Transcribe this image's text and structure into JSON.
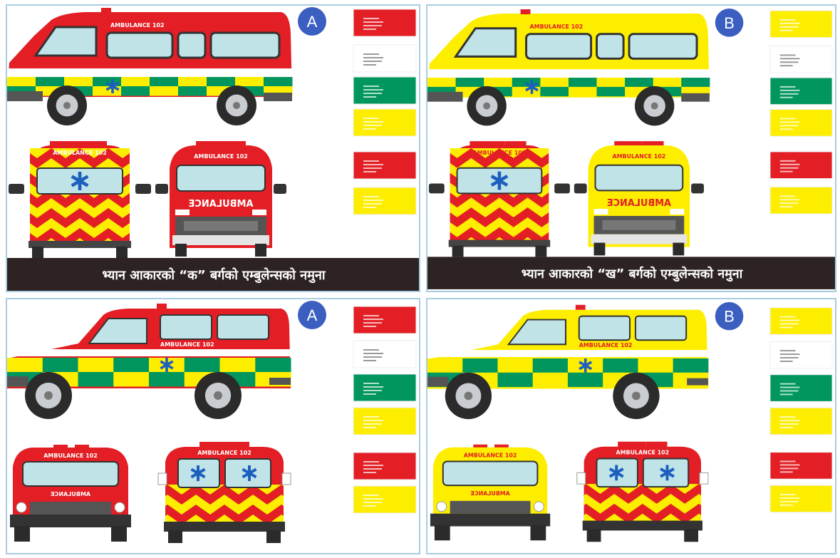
{
  "colors": {
    "red": "#e31e24",
    "yellow": "#fdee00",
    "green": "#00965e",
    "white": "#ffffff",
    "glass": "#bfe3e6",
    "dark": "#3a3a3a",
    "badge": "#3b5fc0",
    "caption_bg": "#2d2322",
    "star": "#1d5fbf"
  },
  "panels": [
    {
      "badge": "A",
      "body": "red",
      "vehicle": "van",
      "roof_text": "AMBULANCE 102",
      "front_text": "AMBULANCE",
      "swatches": [
        "red",
        "white",
        "green",
        "yellow",
        "red",
        "yellow"
      ],
      "caption": "भ्यान आकारको “क” बर्गको एम्बुलेन्सको नमुना"
    },
    {
      "badge": "B",
      "body": "yellow",
      "vehicle": "van",
      "roof_text": "AMBULANCE 102",
      "front_text": "AMBULANCE",
      "swatches": [
        "yellow",
        "white",
        "green",
        "yellow",
        "red",
        "yellow"
      ],
      "caption": "भ्यान आकारको “ख” बर्गको एम्बुलेन्सको नमुना"
    },
    {
      "badge": "A",
      "body": "red",
      "vehicle": "suv",
      "roof_text": "AMBULANCE 102",
      "front_text": "AMBULANCE",
      "swatches": [
        "red",
        "white",
        "green",
        "yellow",
        "red",
        "yellow"
      ]
    },
    {
      "badge": "B",
      "body": "yellow",
      "vehicle": "suv",
      "roof_text": "AMBULANCE 102",
      "front_text": "AMBULANCE",
      "swatches": [
        "yellow",
        "white",
        "green",
        "yellow",
        "red",
        "yellow"
      ]
    }
  ]
}
